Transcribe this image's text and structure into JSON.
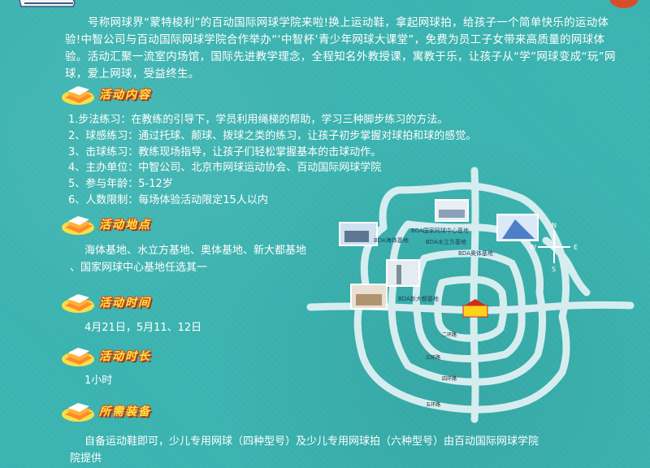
{
  "intro": {
    "text": "号称网球界“蒙特梭利”的百动国际网球学院来啦!换上运动鞋，拿起网球拍，给孩子一个简单快乐的运动体验!中智公司与百动国际网球学院合作举办“‘中智杯’青少年网球大课堂”，免费为员工子女带来高质量的网球体验。活动汇聚一流室内场馆，国际先进教学理念，全程知名外教授课，寓教于乐，让孩子从“学”网球变成“玩”网球，爱上网球，受益终生。"
  },
  "sections": {
    "content": {
      "title": "活动内容",
      "items": [
        "1.步法练习：在教练的引导下，学员利用绳梯的帮助，学习三种脚步练习的方法。",
        "2、球感练习：通过托球、颠球、拨球之类的练习，让孩子初步掌握对球拍和球的感觉。",
        "3、击球练习：教练现场指导，让孩子们轻松掌握基本的击球动作。",
        "4、主办单位：中智公司、北京市网球运动协会、百动国际网球学院",
        "5、参与年龄：5-12岁",
        "6、人数限制：每场体验活动限定15人以内"
      ]
    },
    "location": {
      "title": "活动地点",
      "line1": "海体基地、水立方基地、奥体基地、新大都基地",
      "line2": "、国家网球中心基地任选其一"
    },
    "time": {
      "title": "活动时间",
      "text": "4月21日，5月11、12日"
    },
    "duration": {
      "title": "活动时长",
      "text": "1小时"
    },
    "equipment": {
      "title": "所需装备",
      "line1": "自备运动鞋即可，少儿专用网球（四种型号）及少儿专用网球拍（六种型号）由百动国际网球学院",
      "line2": "院提供"
    }
  },
  "map": {
    "labels": {
      "national_center": "BDA国家网球中心基地",
      "haiti": "BDA海体基地",
      "water_cube": "BDA水立方基地",
      "olympic": "BDA奥体基地",
      "xindadu": "BDA新大都基地"
    },
    "rings": {
      "ring2": "二环路",
      "ring3": "三环路",
      "ring4": "四环路",
      "ring5": "五环路"
    },
    "compass": {
      "n": "N",
      "e": "E",
      "s": "S",
      "w": "W"
    },
    "colors": {
      "road": "#cfe6ea",
      "road_outline": "#f2fbfb",
      "tiananmen_red": "#d42a1a",
      "tiananmen_yellow": "#ffd21c"
    }
  },
  "colors": {
    "background": "#3bb3b0",
    "title_yellow": "#ffe14a",
    "title_outline": "#c9531c"
  }
}
